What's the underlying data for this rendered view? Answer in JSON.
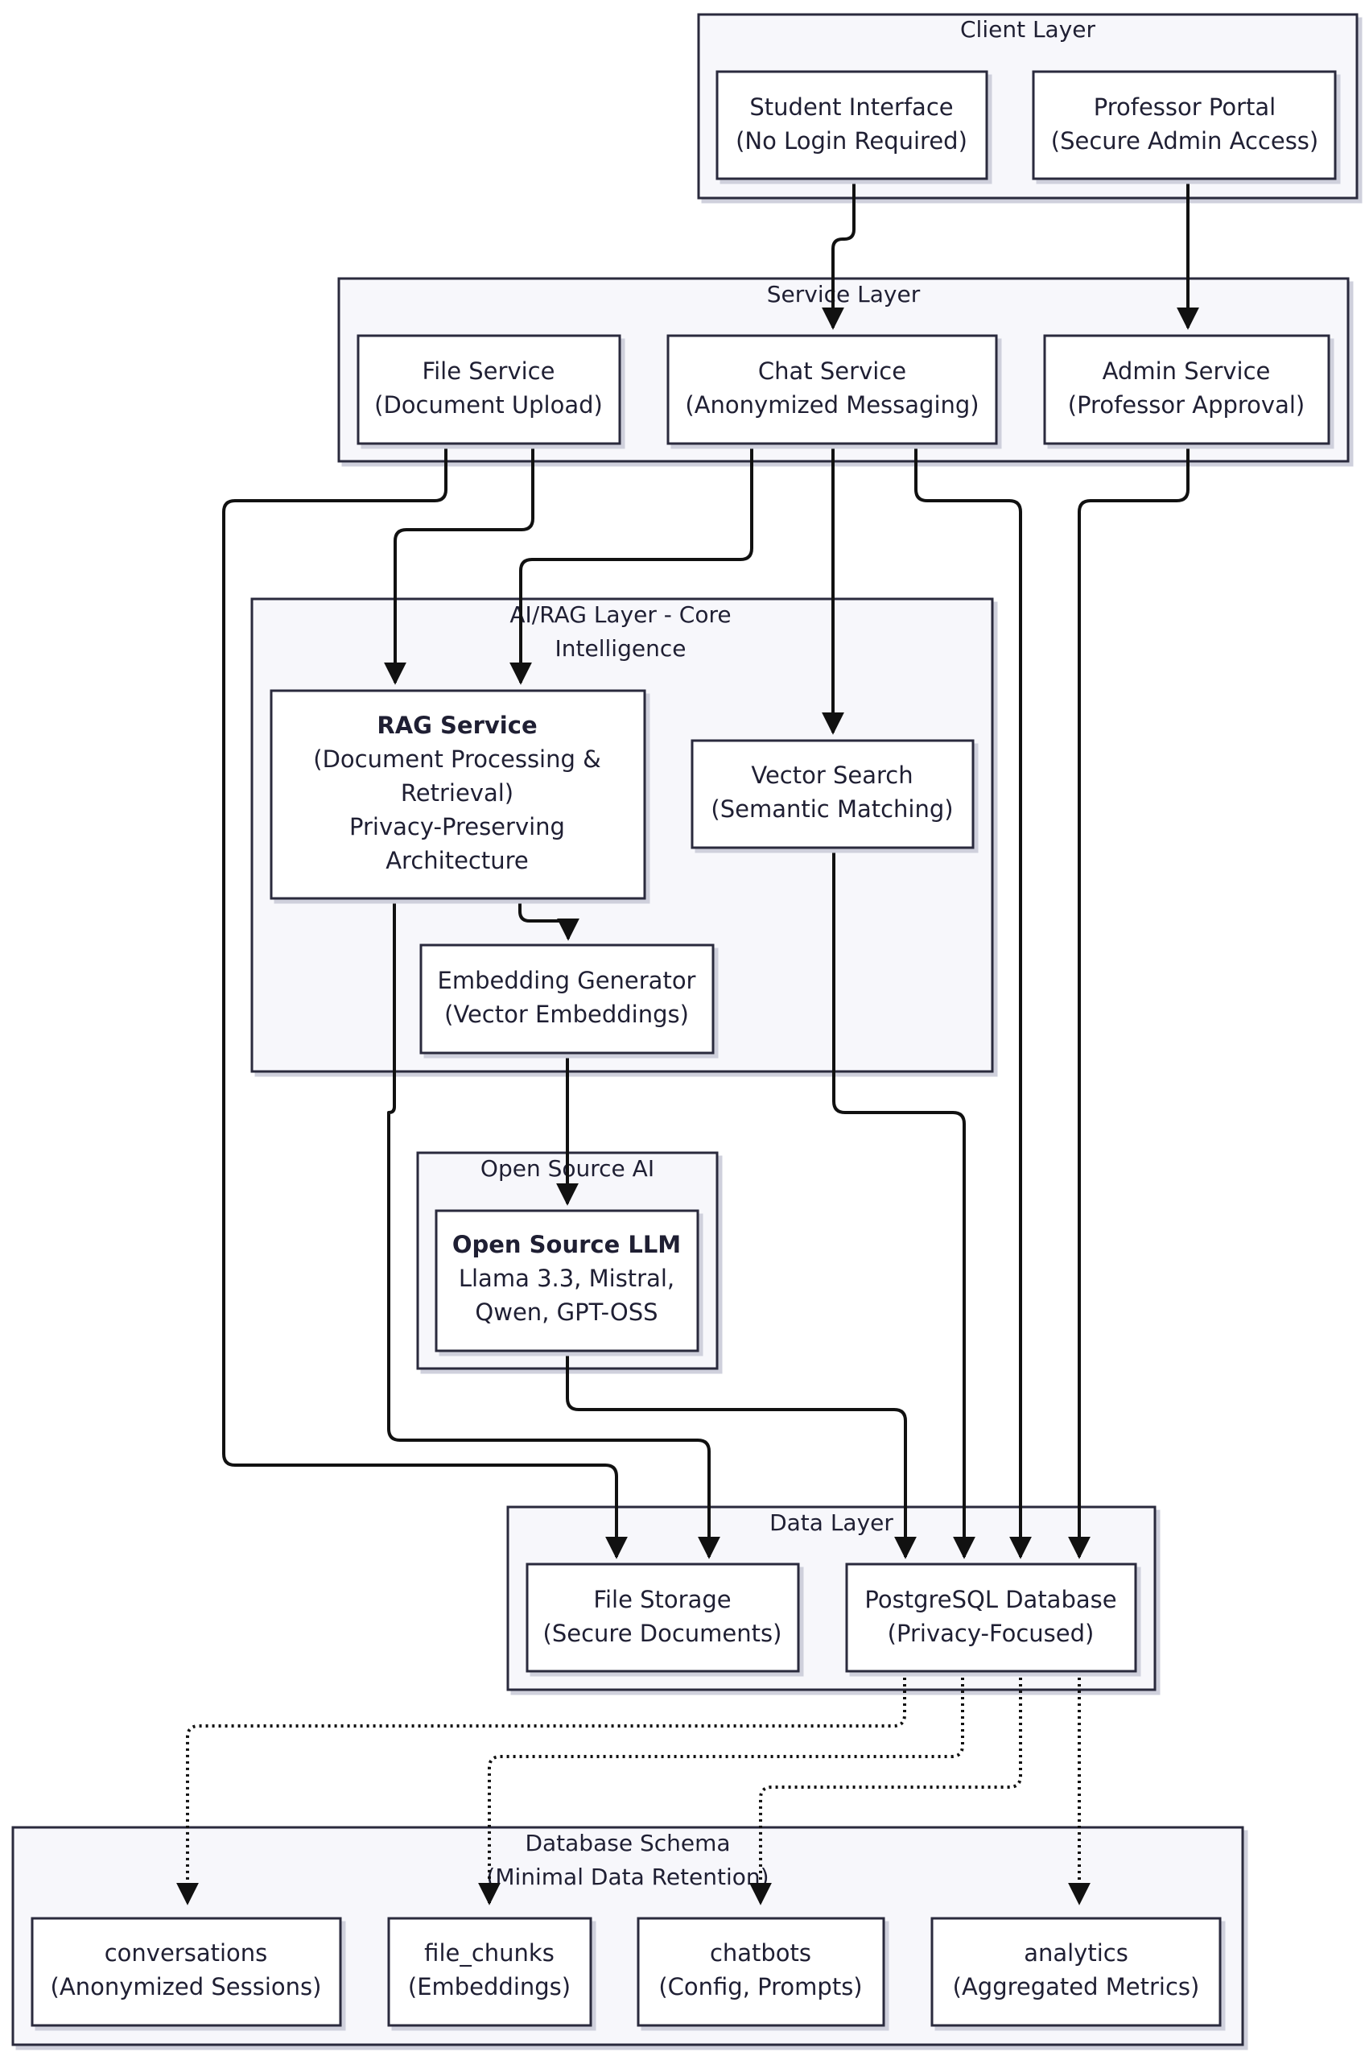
{
  "groups": {
    "client": {
      "title": "Client Layer"
    },
    "service": {
      "title": "Service Layer"
    },
    "ai": {
      "title_lines": [
        "AI/RAG Layer - Core",
        "Intelligence"
      ]
    },
    "opensource": {
      "title": "Open Source AI"
    },
    "data": {
      "title": "Data Layer"
    },
    "schema": {
      "title_lines": [
        "Database Schema",
        "(Minimal Data Retention)"
      ]
    }
  },
  "nodes": {
    "student": {
      "lines": [
        "Student Interface",
        "(No Login Required)"
      ]
    },
    "professor": {
      "lines": [
        "Professor Portal",
        "(Secure Admin Access)"
      ]
    },
    "file_service": {
      "lines": [
        "File Service",
        "(Document Upload)"
      ]
    },
    "chat_service": {
      "lines": [
        "Chat Service",
        "(Anonymized Messaging)"
      ]
    },
    "admin_service": {
      "lines": [
        "Admin Service",
        "(Professor Approval)"
      ]
    },
    "rag": {
      "lines": [
        "RAG Service",
        "(Document Processing &",
        "Retrieval)",
        "Privacy-Preserving",
        "Architecture"
      ]
    },
    "vector_search": {
      "lines": [
        "Vector Search",
        "(Semantic Matching)"
      ]
    },
    "embedding": {
      "lines": [
        "Embedding Generator",
        "(Vector Embeddings)"
      ]
    },
    "llm": {
      "lines": [
        "Open Source LLM",
        "Llama 3.3, Mistral,",
        "Qwen, GPT-OSS"
      ]
    },
    "file_storage": {
      "lines": [
        "File Storage",
        "(Secure Documents)"
      ]
    },
    "postgres": {
      "lines": [
        "PostgreSQL Database",
        "(Privacy-Focused)"
      ]
    },
    "conversations": {
      "lines": [
        "conversations",
        "(Anonymized Sessions)"
      ]
    },
    "file_chunks": {
      "lines": [
        "file_chunks",
        "(Embeddings)"
      ]
    },
    "chatbots": {
      "lines": [
        "chatbots",
        "(Config, Prompts)"
      ]
    },
    "analytics": {
      "lines": [
        "analytics",
        "(Aggregated Metrics)"
      ]
    }
  }
}
